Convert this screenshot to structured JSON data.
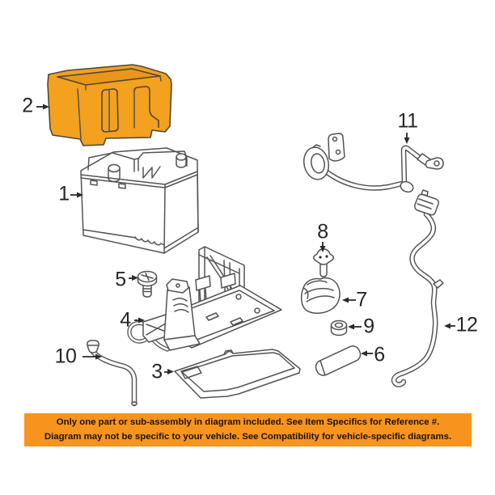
{
  "diagram": {
    "description": "Automotive battery, tray and cable parts diagram",
    "highlight_color": "#F3A11E",
    "line_color": "#535353",
    "callouts": [
      {
        "number": "1",
        "part": "battery"
      },
      {
        "number": "2",
        "part": "battery-cover-highlighted"
      },
      {
        "number": "3",
        "part": "battery-tray"
      },
      {
        "number": "4",
        "part": "tray-bracket"
      },
      {
        "number": "5",
        "part": "bolt"
      },
      {
        "number": "6",
        "part": "sleeve"
      },
      {
        "number": "7",
        "part": "support-wedge"
      },
      {
        "number": "8",
        "part": "hold-down-bolt"
      },
      {
        "number": "9",
        "part": "nut"
      },
      {
        "number": "10",
        "part": "vent-hose"
      },
      {
        "number": "11",
        "part": "positive-battery-cable"
      },
      {
        "number": "12",
        "part": "negative-battery-cable"
      }
    ]
  },
  "banner": {
    "background_color": "#F7941E",
    "line1": "Only one part or sub-assembly in diagram included. See Item Specifics for Reference #.",
    "line2": "Diagram may not be specific to your vehicle. See Compatibility for vehicle-specific diagrams."
  }
}
